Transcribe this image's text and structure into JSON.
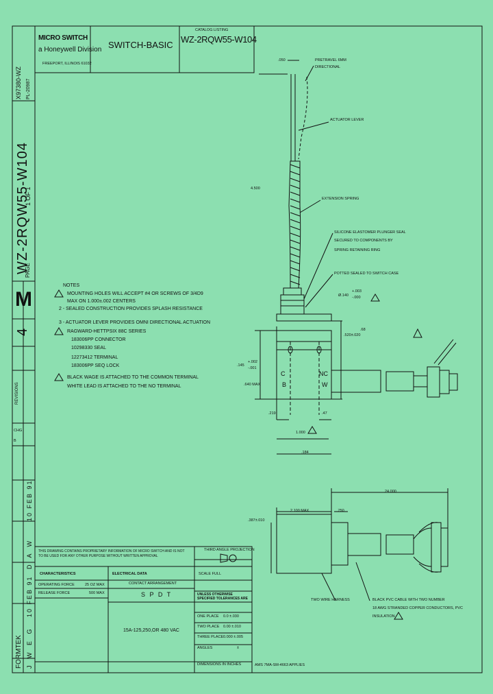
{
  "title_block": {
    "logo_line1": "MICRO SWITCH",
    "logo_line2": "a Honeywell Division",
    "logo_line3": "FREEPORT, ILLINOIS 61032",
    "description": "SWITCH-BASIC",
    "catalog_listing_label": "CATALOG LISTING",
    "catalog_listing": "WZ-2RQW55-W104"
  },
  "side_strip": {
    "drawing_number": "WZ-2RQW55-W104",
    "page_label": "PAGE",
    "page_value": "1 OF 1",
    "ref_number": "X97380-WZ",
    "ref_line2": "PL-20987",
    "big_letter": "M",
    "sheet_digit": "4",
    "revision_label": "REVISIONS",
    "date": "10 FEB 91",
    "initials": "J W E G",
    "formtek": "FORMTEK",
    "dates_small": "D A W",
    "chg_label": "CHG",
    "chg_by": "B"
  },
  "notes": {
    "heading": "NOTES",
    "items": [
      "MOUNTING HOLES WILL ACCEPT #4 OR SCREWS OF 3/4D9",
      "MAX ON 1.000±.002 CENTERS",
      "2 - SEALED CONSTRUCTION PROVIDES SPLASH RESISTANCE",
      "3 - ACTUATOR LEVER PROVIDES OMNI DIRECTIONAL ACTUATION",
      "RAGWARD-HETTPSIX 88C SERIES",
      "183006PP CONNECTOR",
      "10298330 SEAL",
      "12273412 TERMINAL",
      "183006PP SEQ LOCK",
      "BLACK WAGE IS ATTACHED TO THE COMMON TERMINAL",
      "WHITE LEAD IS ATTACHED TO THE NO TERMINAL"
    ]
  },
  "callouts": {
    "dim_top": ".050",
    "pretravel": "PRETRAVEL 6MM",
    "pretravel2": "DIRECTIONAL",
    "actuator": "ACTUATOR LEVER",
    "extension": "EXTENSION SPRING",
    "length": "4.500",
    "silicone1": "SILICONE ELASTOMER PLUNGER SEAL",
    "silicone2": "SECURED TO COMPONENTS BY",
    "silicone3": "SPRING RETAINING RING",
    "potted": "POTTED SEALED TO SWITCH CASE",
    "dia_label": "Ø.140",
    "tol_plus": "+.003",
    "tol_minus": "-.000",
    "dim_520": ".520±.020",
    "dim_68": ".68",
    "dim_145": ".145",
    "tol2_plus": "+.002",
    "tol2_minus": "-.001",
    "dim_640": ".640 MAX",
    "dim_219": ".219",
    "dim_47": ".47",
    "dim_1000": "1.000",
    "dim_184": ".184",
    "term_c": "C",
    "term_b": "B",
    "term_nc": "NC",
    "term_w": "W",
    "dim_24": "24.000",
    "dim_2100": "2.100 MAX",
    "dim_750": ".750",
    "dim_387": ".387±.010",
    "two_wire": "TWO WIRE HARNESS",
    "cable1": "BLACK PVC CABLE WITH TWO NUMBER",
    "cable2": "18 AWG STRANDED COPPER CONDUCTORS, PVC",
    "cable3": "INSULATION",
    "ams": "AMS 7MA-SM-4663 APPLIES"
  },
  "bottom_block": {
    "proprietary": "THIS DRAWING CONTAINS PROPRIETARY INFORMATION OF MICRO SWITCH AND IS NOT TO BE USED FOR ANY OTHER PURPOSE WITHOUT WRITTEN APPROVAL",
    "third_angle": "THIRD ANGLE PROJECTION",
    "characteristics": "CHARACTERISTICS",
    "electrical": "ELECTRICAL DATA",
    "scale": "SCALE FULL",
    "operating_force": "OPERATING FORCE",
    "op_force_val": "25 OZ MAX",
    "release_force": "RELEASE FORCE",
    "release_val": "500 MAX",
    "contact_arr": "CONTACT ARRANGEMENT",
    "spdt": "S P D T",
    "rating": "15A-125,250,OR 480 VAC",
    "tolerances_label": "UNLESS OTHERWISE SPECIFIED TOLERANCES ARE",
    "one_place": "ONE PLACE",
    "one_place_val": "0.0  ±.030",
    "two_place": "TWO PLACE",
    "two_place_val": "0.00  ±.010",
    "three_place": "THREE PLACE",
    "three_place_val": "0.000  ±.005",
    "angles": "ANGLES",
    "angles_val": "±",
    "dims_note": "DIMENSIONS IN INCHES"
  },
  "colors": {
    "background": "#8cdfb0",
    "ink": "#111111"
  }
}
